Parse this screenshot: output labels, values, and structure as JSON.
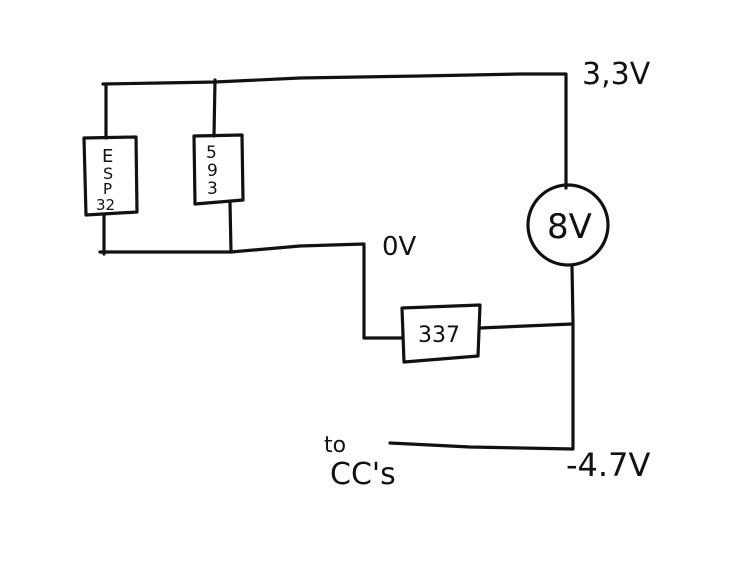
{
  "diagram": {
    "components": {
      "esp32": {
        "lines": [
          "E",
          "S",
          "P",
          "32"
        ]
      },
      "board_593": {
        "lines": [
          "5",
          "9",
          "3"
        ]
      },
      "regulator": {
        "label": "337"
      },
      "battery": {
        "label": "8V"
      }
    },
    "labels": {
      "v_top": "3,3V",
      "v_ground": "0V",
      "v_neg": "-4.7V",
      "dest_line1": "to",
      "dest_line2": "CC's"
    }
  },
  "colors": {
    "ink": "#111111",
    "paper": "#ffffff"
  }
}
